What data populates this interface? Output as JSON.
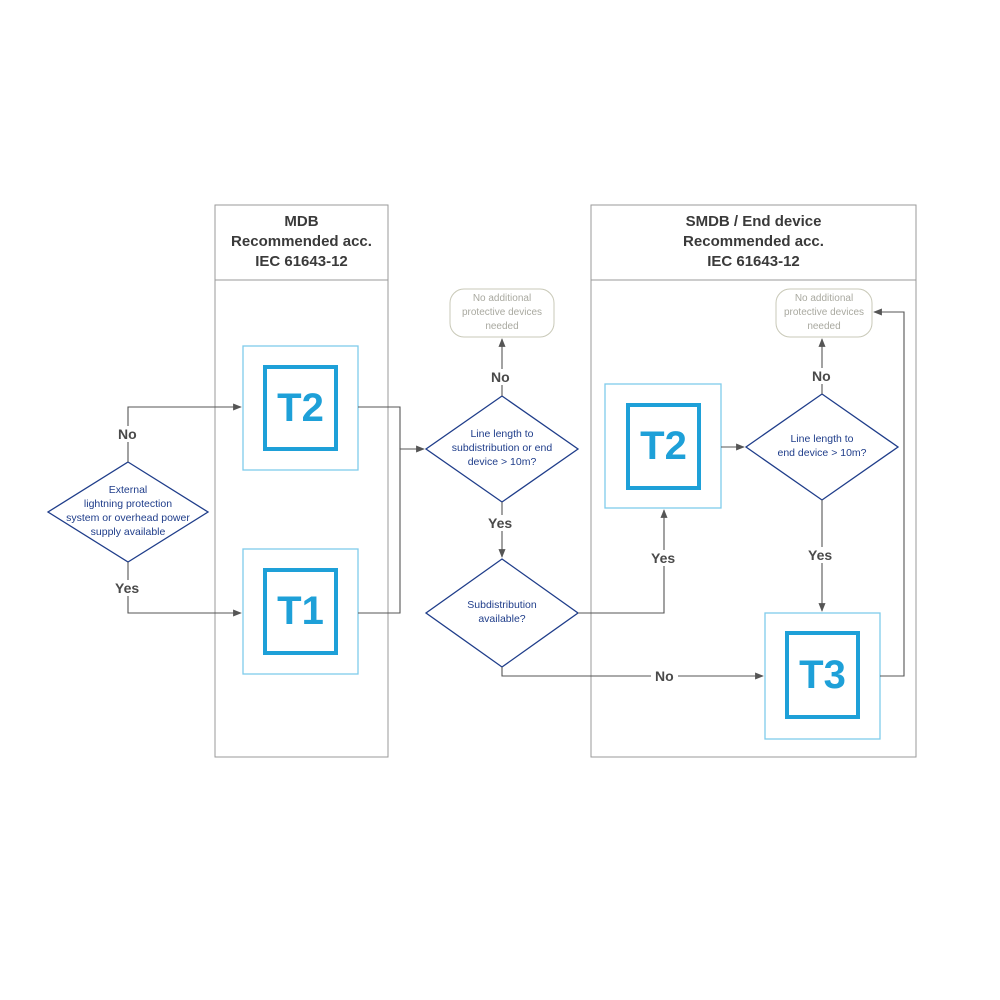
{
  "columns": {
    "mdb": {
      "lines": [
        "MDB",
        "Recommended acc.",
        "IEC 61643-12"
      ]
    },
    "smdb": {
      "lines": [
        "SMDB / End device",
        "Recommended acc.",
        "IEC 61643-12"
      ]
    }
  },
  "decisions": {
    "external": {
      "lines": [
        "External",
        "lightning protection",
        "system or overhead power",
        "supply available"
      ]
    },
    "line_length_1": {
      "lines": [
        "Line length to",
        "subdistribution or end",
        "device > 10m?"
      ]
    },
    "subdistribution": {
      "lines": [
        "Subdistribution",
        "available?"
      ]
    },
    "line_length_2": {
      "lines": [
        "Line length to",
        "end device > 10m?"
      ]
    }
  },
  "terminals": {
    "no_devices_1": {
      "lines": [
        "No additional",
        "protective devices",
        "needed"
      ]
    },
    "no_devices_2": {
      "lines": [
        "No additional",
        "protective devices",
        "needed"
      ]
    }
  },
  "devices": {
    "mdb_t2": "T2",
    "mdb_t1": "T1",
    "smdb_t2": "T2",
    "smdb_t3": "T3"
  },
  "edge_labels": {
    "external_no": "No",
    "external_yes": "Yes",
    "line1_no": "No",
    "line1_yes": "Yes",
    "subdist_yes": "Yes",
    "subdist_no": "No",
    "line2_no": "No",
    "line2_yes": "Yes"
  },
  "colors": {
    "device_blue": "#1ea0d8",
    "device_frame": "#7fcbec",
    "decision_stroke": "#1f3d8a",
    "line": "#555555",
    "column_border": "#9a9a9a",
    "terminal_stroke": "#c9c9b8",
    "terminal_text": "#a9a9a0"
  }
}
